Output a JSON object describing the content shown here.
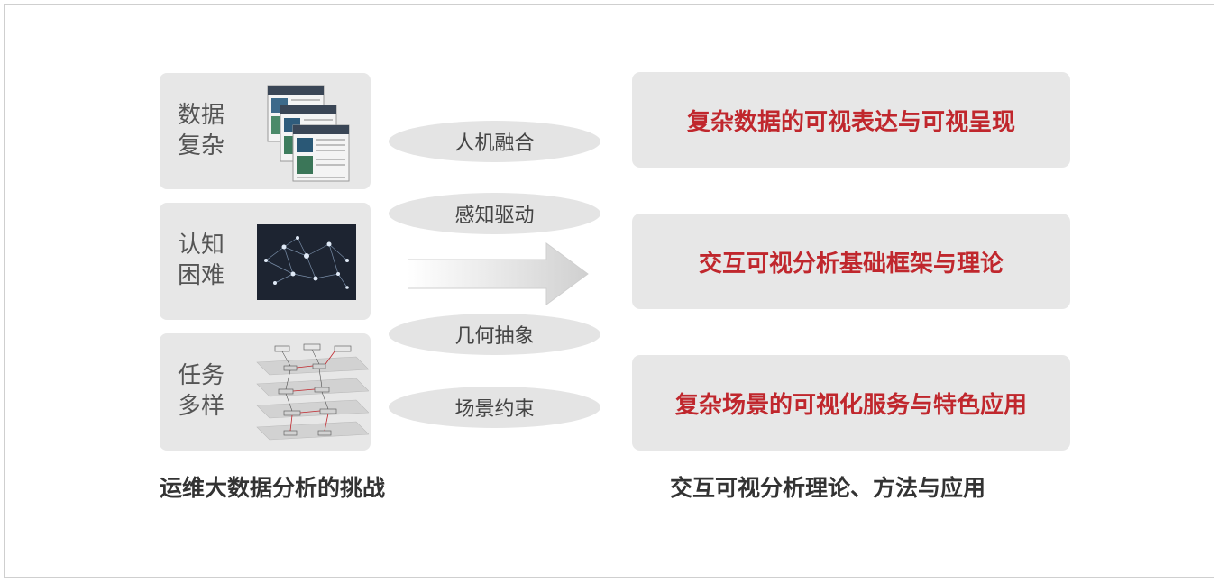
{
  "challenges": [
    {
      "line1": "数据",
      "line2": "复杂",
      "image": "stacked-screenshots-icon"
    },
    {
      "line1": "认知",
      "line2": "困难",
      "image": "network-graph-icon"
    },
    {
      "line1": "任务",
      "line2": "多样",
      "image": "layered-architecture-icon"
    }
  ],
  "methods": [
    "人机融合",
    "感知驱动",
    "几何抽象",
    "场景约束"
  ],
  "outcomes": [
    "复杂数据的可视表达与可视呈现",
    "交互可视分析基础框架与理论",
    "复杂场景的可视化服务与特色应用"
  ],
  "captions": {
    "left": "运维大数据分析的挑战",
    "right": "交互可视分析理论、方法与应用"
  },
  "colors": {
    "accent_text": "#c0272d",
    "box_bg": "#e7e7e7"
  }
}
